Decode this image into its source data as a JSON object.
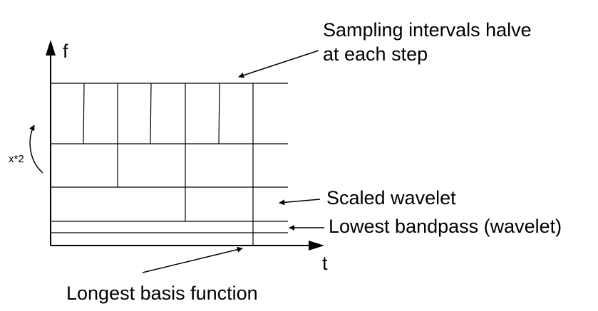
{
  "diagram": {
    "axis_y_label": "f",
    "axis_x_label": "t",
    "scale_label": "x*2",
    "annotations": {
      "sampling_line1": "Sampling intervals halve",
      "sampling_line2": "at each step",
      "scaled_wavelet": "Scaled wavelet",
      "lowest_bandpass": "Lowest bandpass (wavelet)",
      "longest_basis": "Longest basis function"
    }
  },
  "colors": {
    "ink": "#000000",
    "background": "#ffffff"
  }
}
